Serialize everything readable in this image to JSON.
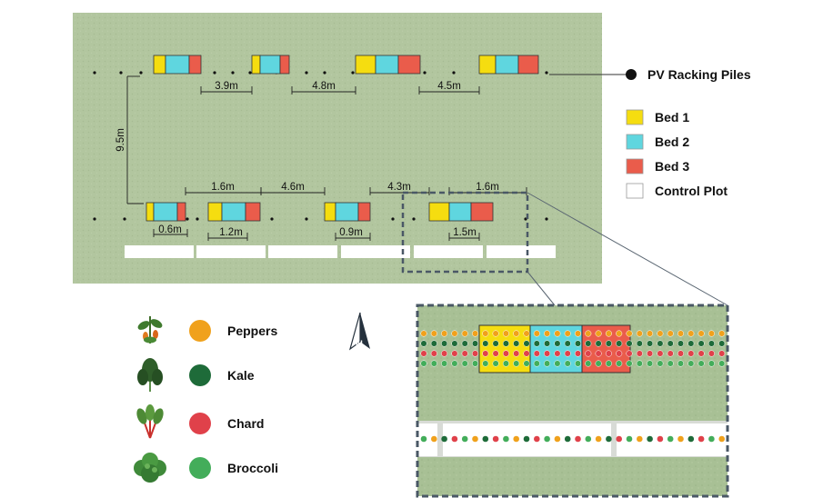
{
  "legend": {
    "piles_label": "PV Racking Piles",
    "beds": [
      {
        "label": "Bed 1",
        "color": "#f5dd10"
      },
      {
        "label": "Bed 2",
        "color": "#5fd6df"
      },
      {
        "label": "Bed 3",
        "color": "#ea5c4b"
      },
      {
        "label": "Control Plot",
        "color": "#ffffff"
      }
    ]
  },
  "crops": [
    {
      "label": "Peppers",
      "color": "#f0a11c",
      "icon": "pepper-plant-icon"
    },
    {
      "label": "Kale",
      "color": "#1e6b39",
      "icon": "kale-plant-icon"
    },
    {
      "label": "Chard",
      "color": "#e0414a",
      "icon": "chard-plant-icon"
    },
    {
      "label": "Broccoli",
      "color": "#43ad5a",
      "icon": "broccoli-plant-icon"
    }
  ],
  "compass": {
    "label": "N"
  },
  "dimensions": {
    "top_gaps": [
      "3.9m",
      "4.8m",
      "4.5m"
    ],
    "row_spacing": "9.5m",
    "bottom_upper": [
      "1.6m",
      "4.6m",
      "4.3m",
      "1.6m"
    ],
    "bottom_lower": [
      "0.6m",
      "1.2m",
      "0.9m",
      "1.5m"
    ]
  },
  "colors": {
    "field": "#b3c7a0",
    "zoom_field": "#a9c197",
    "dashed_border": "#4a5866"
  }
}
